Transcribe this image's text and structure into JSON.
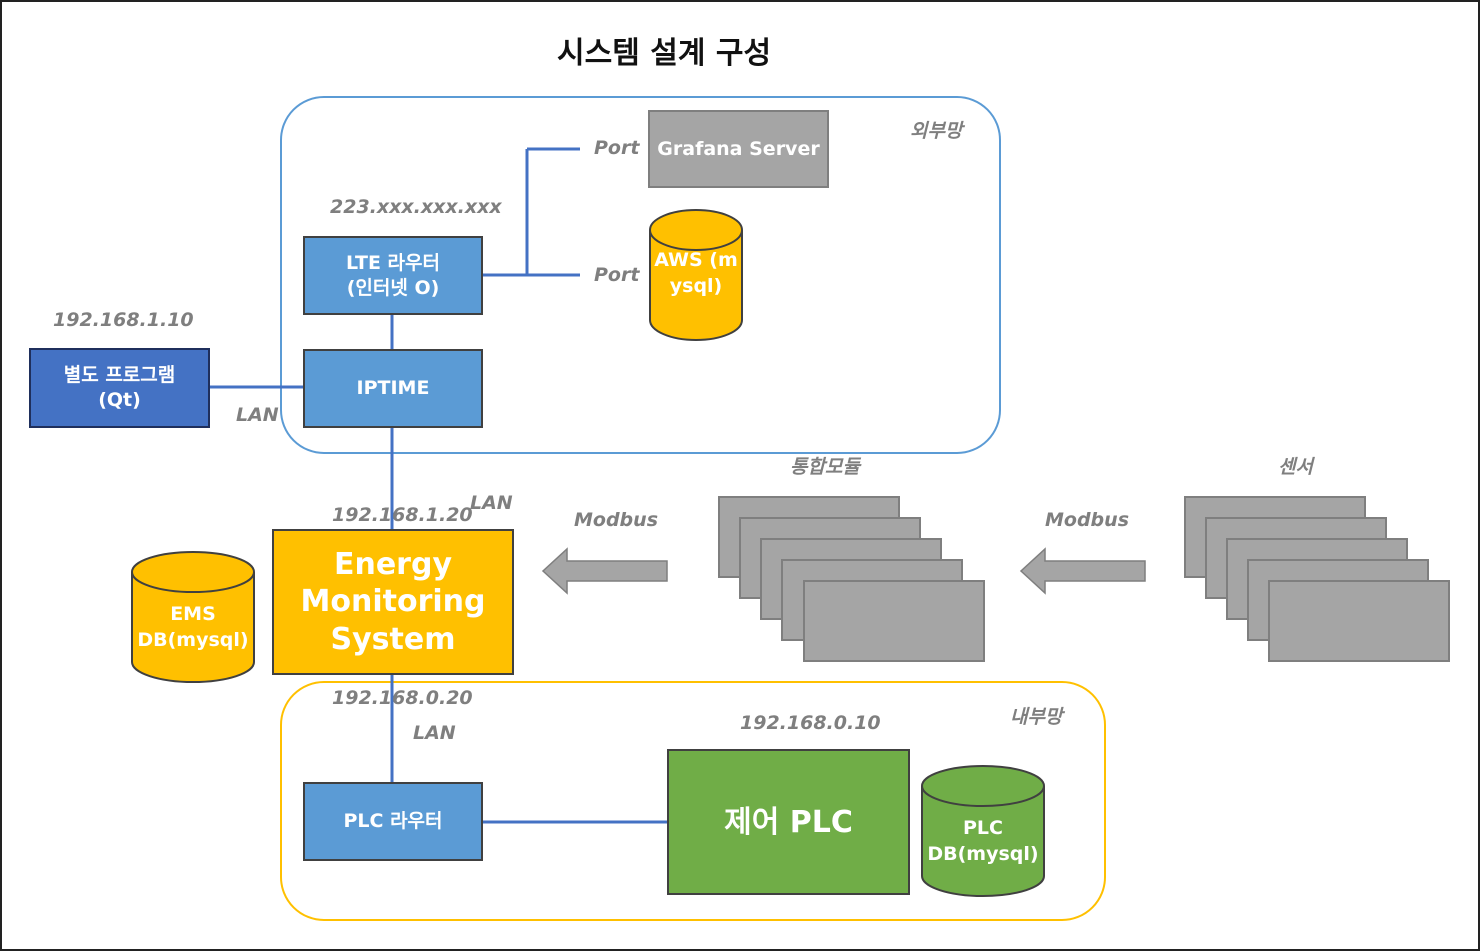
{
  "title": "시스템 설계 구성",
  "regions": {
    "external": {
      "label": "외부망"
    },
    "internal": {
      "label": "내부망"
    }
  },
  "nodes": {
    "grafana": "Grafana Server",
    "aws": "AWS (mysql)",
    "lte_router": "LTE 라우터\n(인터넷 O)",
    "iptime": "IPTIME",
    "qt_program": "별도 프로그램\n(Qt)",
    "ems": "Energy\nMonitoring\nSystem",
    "ems_db": "EMS\nDB(mysql)",
    "plc_router": "PLC 라우터",
    "control_plc": "제어 PLC",
    "plc_db": "PLC\nDB(mysql)",
    "integrated_module": "통합모듈",
    "sensor": "센서"
  },
  "labels": {
    "port_grafana": "Port",
    "port_aws": "Port",
    "ip_lte": "223.xxx.xxx.xxx",
    "ip_qt": "192.168.1.10",
    "lan_qt": "LAN",
    "ip_ems_upper": "192.168.1.20",
    "lan_ems_upper": "LAN",
    "ip_ems_lower": "192.168.0.20",
    "lan_plc": "LAN",
    "ip_plc": "192.168.0.10",
    "modbus_module": "Modbus",
    "modbus_sensor": "Modbus"
  },
  "colors": {
    "blue_box": "#5b9bd5",
    "dark_blue_box": "#4472c4",
    "gold": "#ffc000",
    "green": "#70ad47",
    "gray": "#a5a5a5",
    "external_border": "#5b9bd5",
    "internal_border": "#ffc000",
    "connector": "#4472c4"
  }
}
